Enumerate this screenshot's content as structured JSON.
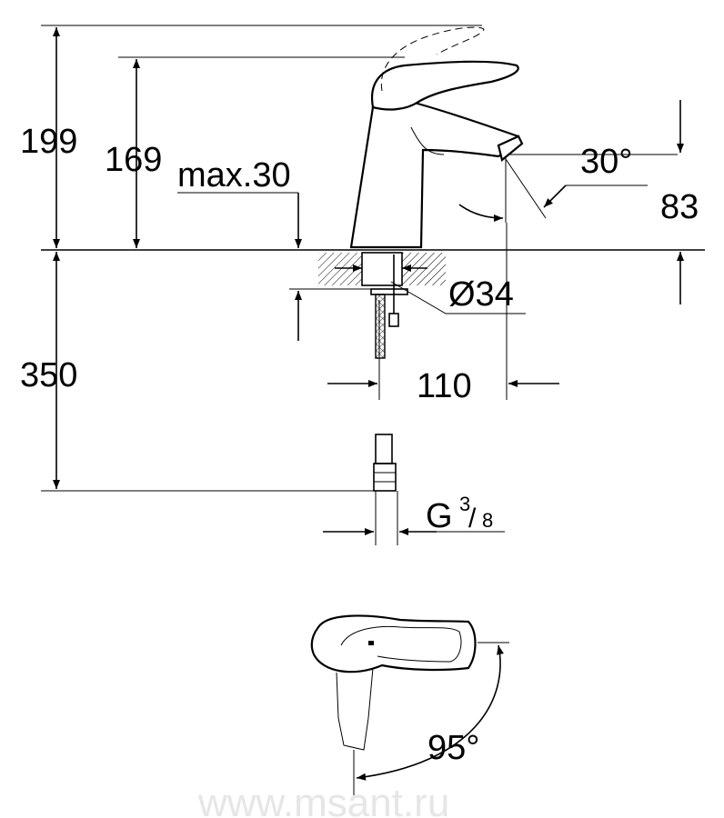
{
  "drawing": {
    "dimensions": {
      "total_height": "199",
      "spout_height": "169",
      "max_counter_thickness": "max.30",
      "spout_angle": "30°",
      "spout_outlet_height": "83",
      "hole_diameter": "Ø34",
      "spout_projection": "110",
      "hose_length": "350",
      "connection_prefix": "G",
      "connection_numerator": "3",
      "connection_denominator": "8",
      "handle_rotation": "95°"
    },
    "watermark": "www.msant.ru"
  }
}
